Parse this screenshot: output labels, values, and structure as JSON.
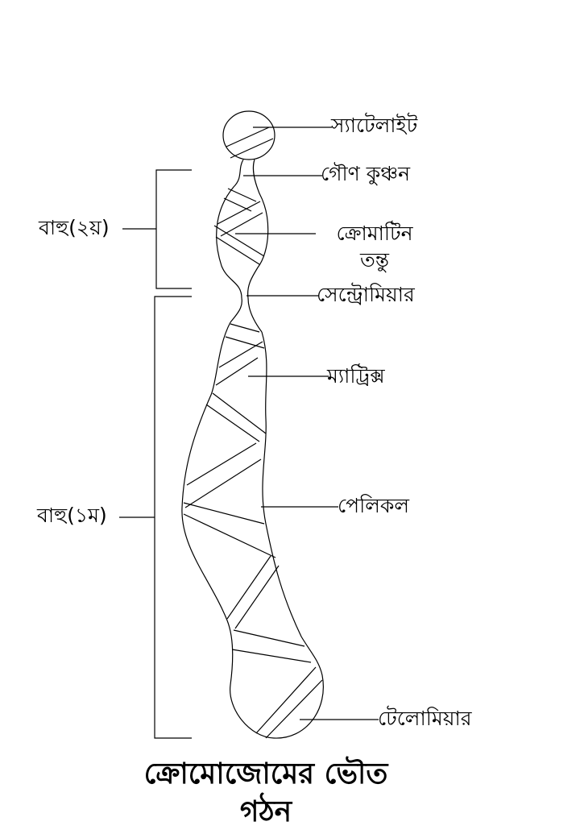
{
  "labels": {
    "satellite": "স্যাটেলাইট",
    "secondary_constriction": "গৌণ কুঞ্চন",
    "chromatin_line1": "ক্রোমাটিন",
    "chromatin_line2": "তন্তু",
    "centromere": "সেন্ট্রোমিয়ার",
    "matrix": "ম্যাট্রিক্স",
    "pellicle": "পেলিকল",
    "telomere": "টেলোমিয়ার",
    "arm_second": "বাহু(২য়)",
    "arm_first": "বাহু(১ম)"
  },
  "caption": {
    "line1": "ক্রোমোজোমের ভৌত",
    "line2": "গঠন"
  }
}
